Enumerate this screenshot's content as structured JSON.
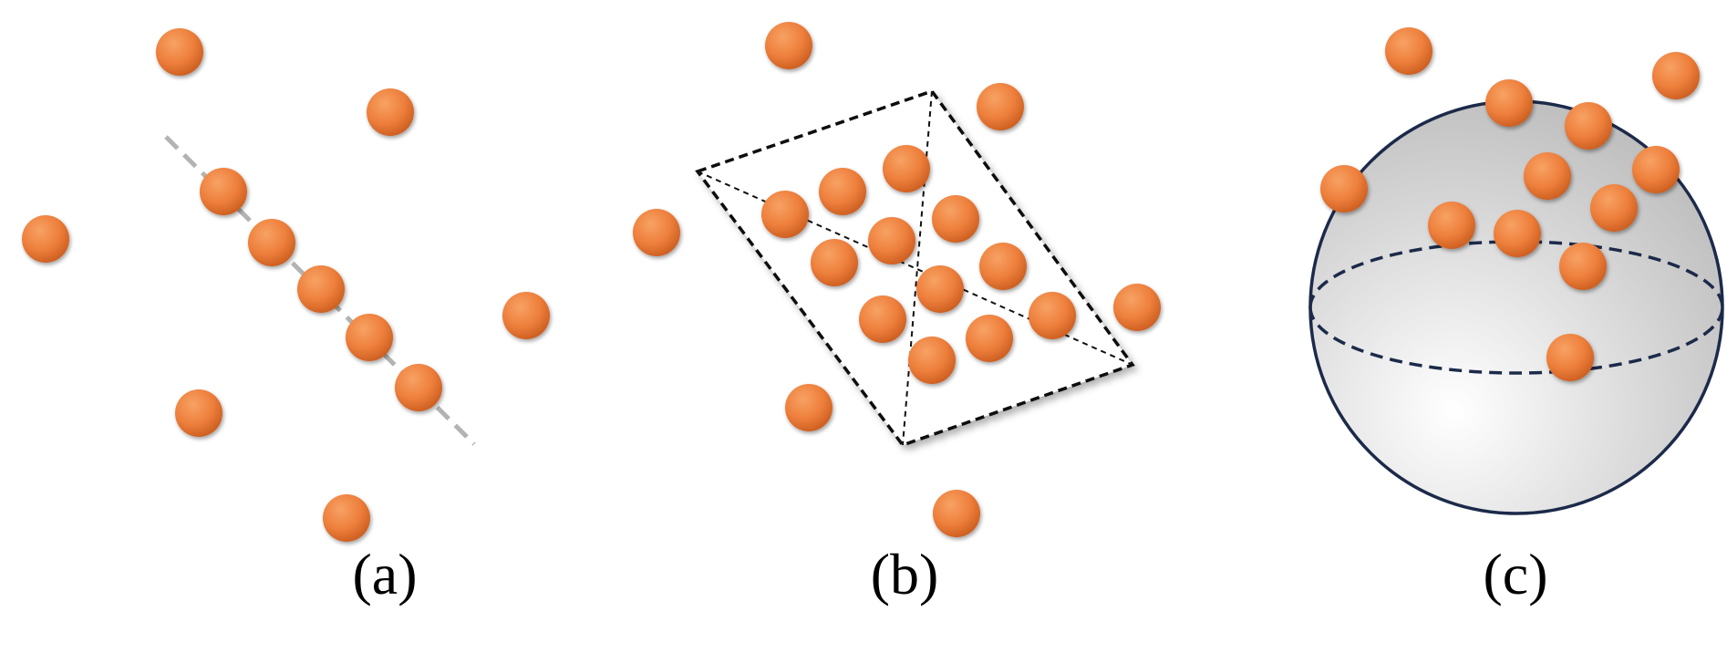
{
  "colors": {
    "ball_light": "#f7a264",
    "ball_mid": "#ee7f3c",
    "ball_dark": "#c85a1d",
    "guide_line": "#b3b3b3",
    "plane_edge": "#111111",
    "sphere_edge": "#1c2a4a",
    "sphere_fill_light": "#ffffff",
    "sphere_fill_dark": "#b9b9b9"
  },
  "panels": [
    {
      "label": "(a)",
      "structure": "line"
    },
    {
      "label": "(b)",
      "structure": "plane"
    },
    {
      "label": "(c)",
      "structure": "sphere"
    }
  ]
}
